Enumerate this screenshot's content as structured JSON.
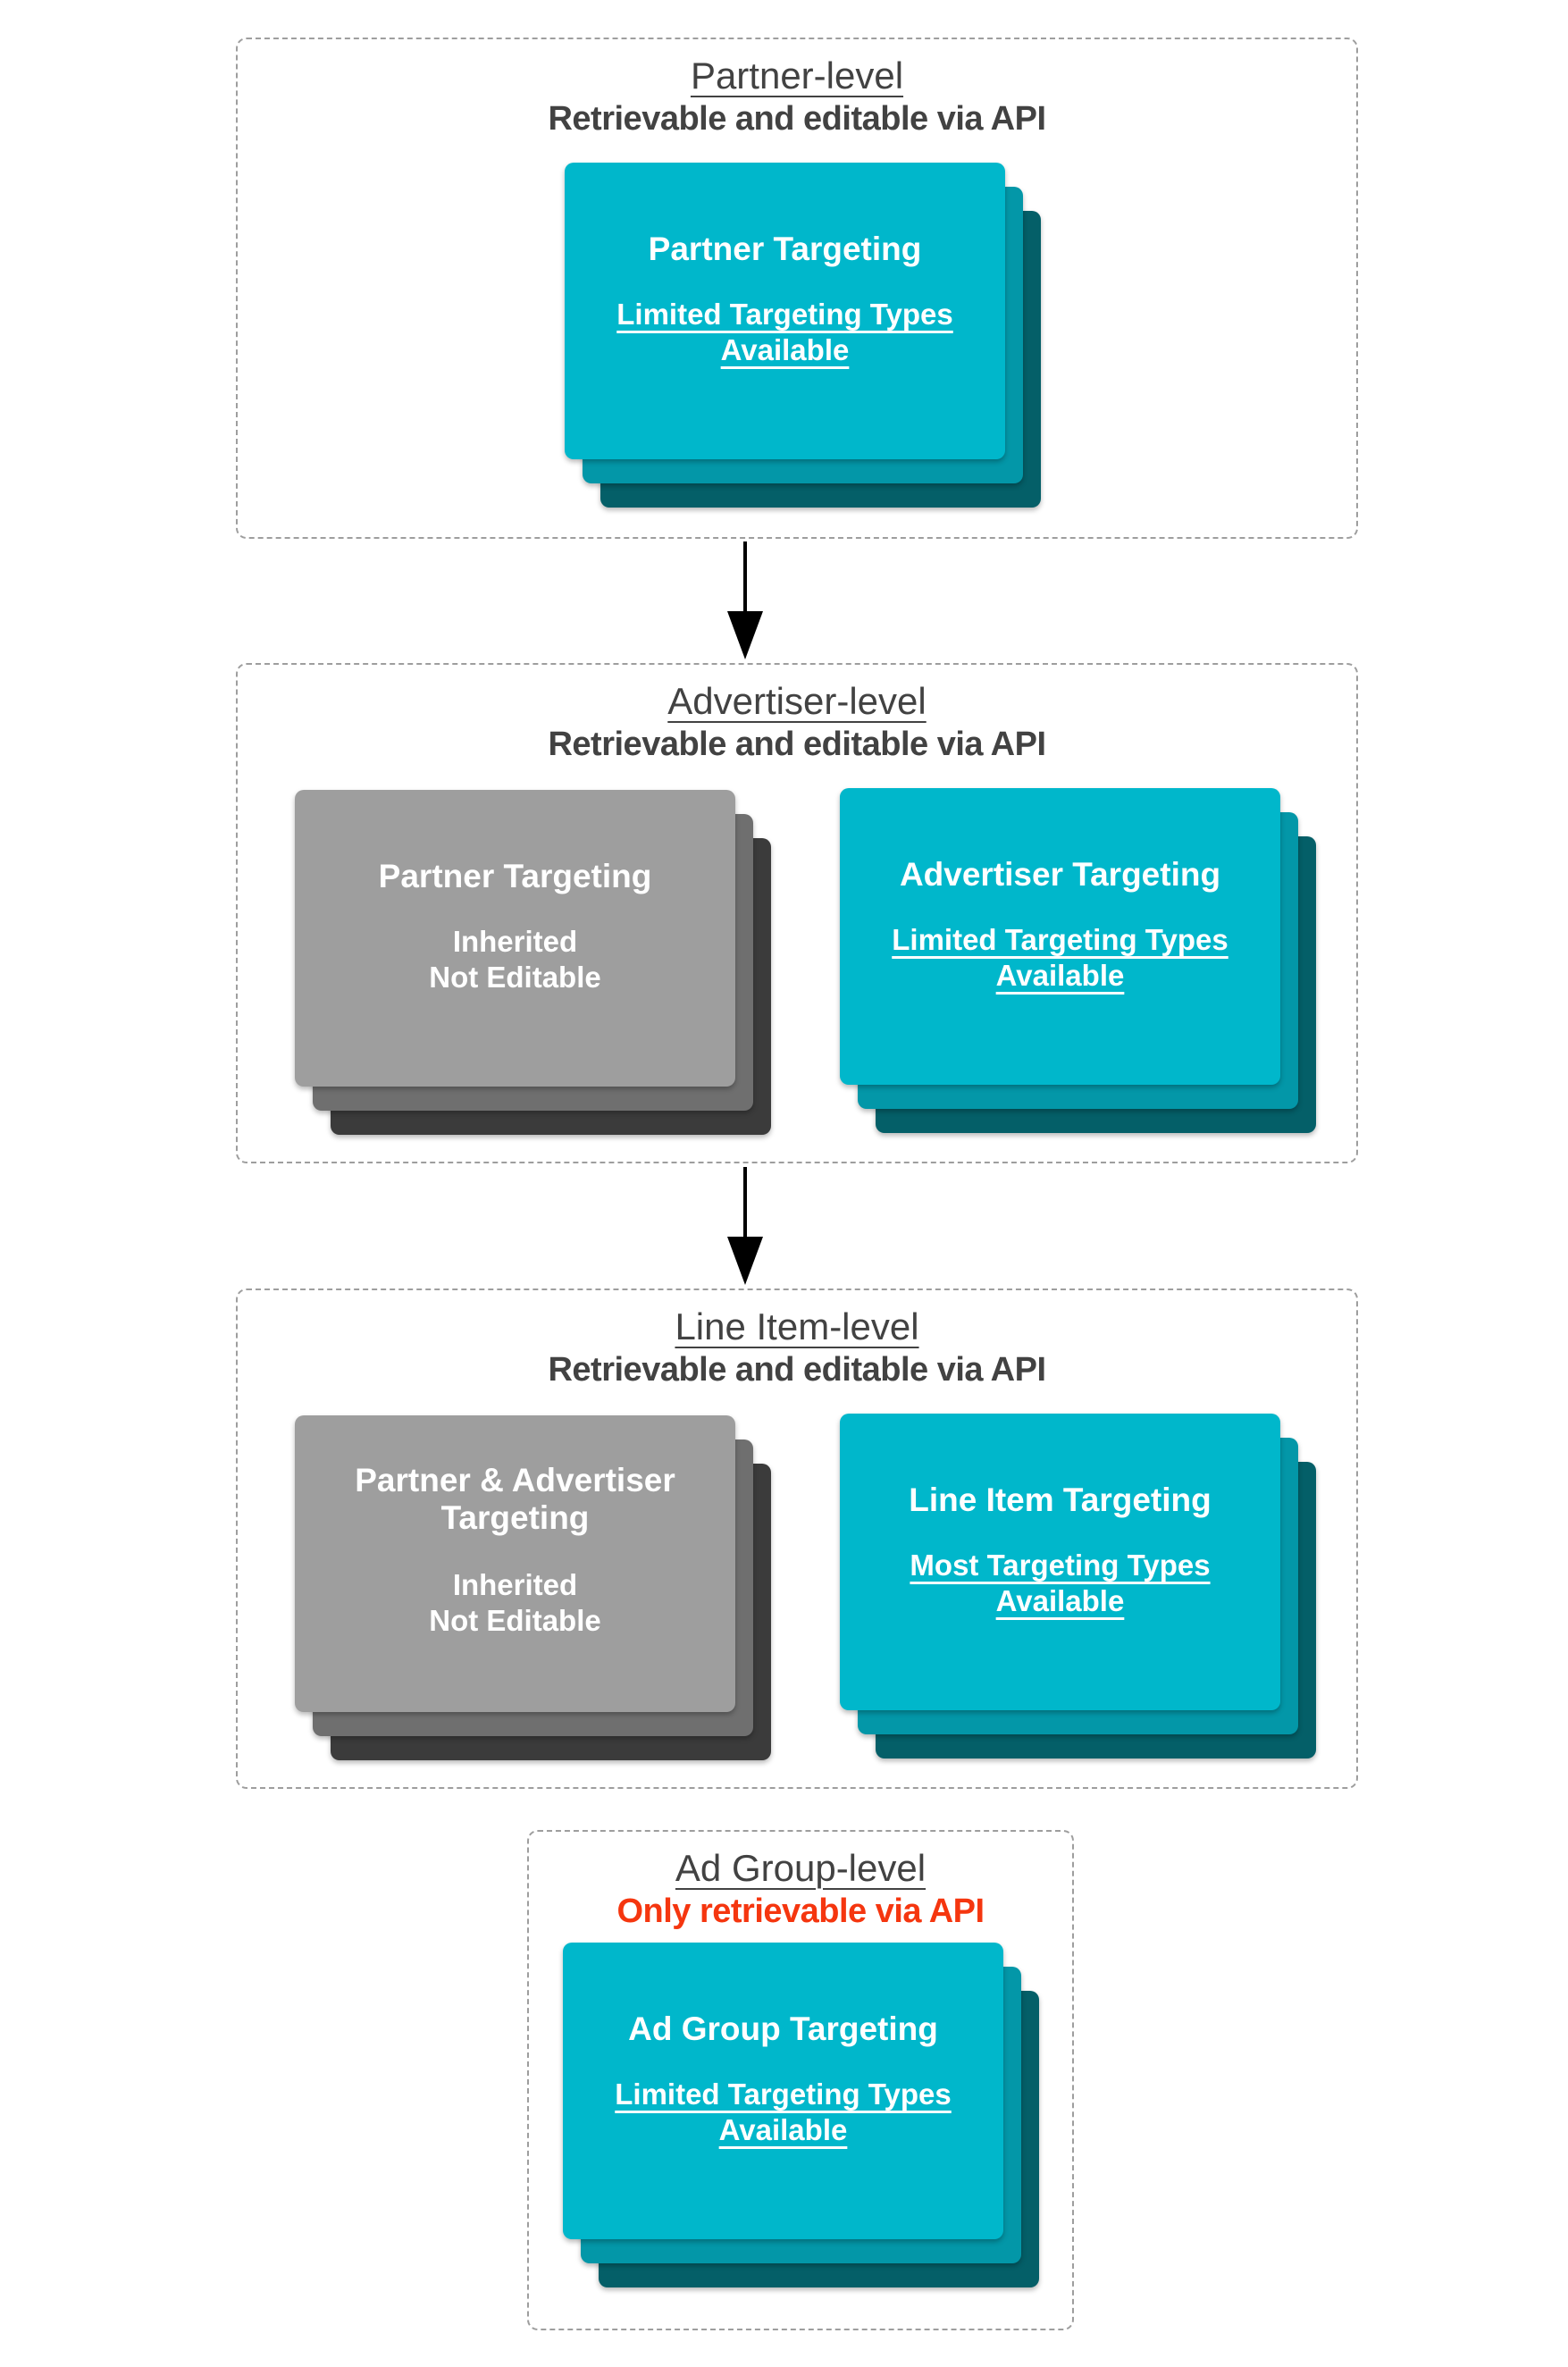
{
  "colors": {
    "teal_front": "#00b7cb",
    "teal_mid": "#0397a8",
    "teal_back": "#045f68",
    "gray_front": "#9e9e9e",
    "gray_mid": "#6f6f6f",
    "gray_back": "#3b3b3b",
    "heading_text": "#424242",
    "warning_red": "#f5360f",
    "dashed_border": "#9e9e9e",
    "arrow_black": "#000000",
    "card_text": "#ffffff"
  },
  "sections": {
    "partner": {
      "title": "Partner-level",
      "subtitle": "Retrievable and editable via API",
      "card": {
        "title": "Partner Targeting",
        "line1": "Limited Targeting Types",
        "line2": "Available"
      }
    },
    "advertiser": {
      "title": "Advertiser-level",
      "subtitle": "Retrievable and editable via API",
      "gray_card": {
        "title": "Partner Targeting",
        "line1": "Inherited",
        "line2": "Not Editable"
      },
      "teal_card": {
        "title": "Advertiser Targeting",
        "line1": "Limited Targeting Types",
        "line2": "Available"
      }
    },
    "line_item": {
      "title": "Line Item-level",
      "subtitle": "Retrievable and editable via API",
      "gray_card": {
        "title": "Partner & Advertiser Targeting",
        "line1": "Inherited",
        "line2": "Not Editable"
      },
      "teal_card": {
        "title": "Line Item Targeting",
        "line1": "Most Targeting Types",
        "line2": "Available"
      }
    },
    "ad_group": {
      "title": "Ad Group-level",
      "subtitle": "Only retrievable via API",
      "card": {
        "title": "Ad Group Targeting",
        "line1": "Limited Targeting Types",
        "line2": "Available"
      }
    }
  }
}
